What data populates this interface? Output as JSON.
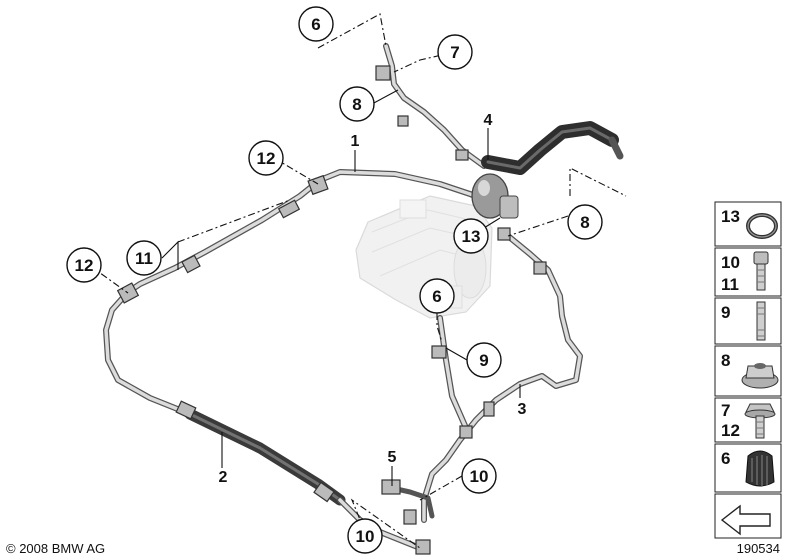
{
  "diagram": {
    "copyright": "© 2008 BMW AG",
    "diagram_id": "190534",
    "callouts": {
      "c6_top": "6",
      "c7": "7",
      "c8_top": "8",
      "c12_upper": "12",
      "c12_left": "12",
      "c11": "11",
      "c13": "13",
      "c8_right": "8",
      "c6_mid": "6",
      "c9": "9",
      "c10_right": "10",
      "c10_bottom": "10"
    },
    "labels": {
      "l1": "1",
      "l2": "2",
      "l3": "3",
      "l4": "4",
      "l5": "5"
    },
    "legend": [
      {
        "id": "seal",
        "numbers": [
          "13"
        ],
        "icon": "o-ring-icon"
      },
      {
        "id": "screw",
        "numbers": [
          "10",
          "11"
        ],
        "icon": "hex-socket-screw-icon"
      },
      {
        "id": "stud",
        "numbers": [
          "9"
        ],
        "icon": "stud-bolt-icon"
      },
      {
        "id": "nut",
        "numbers": [
          "8"
        ],
        "icon": "flange-nut-icon"
      },
      {
        "id": "bolt",
        "numbers": [
          "7",
          "12"
        ],
        "icon": "hex-flange-bolt-icon"
      },
      {
        "id": "cap",
        "numbers": [
          "6"
        ],
        "icon": "protective-cap-icon"
      },
      {
        "id": "arrow",
        "numbers": [],
        "icon": "direction-arrow-icon"
      }
    ]
  }
}
